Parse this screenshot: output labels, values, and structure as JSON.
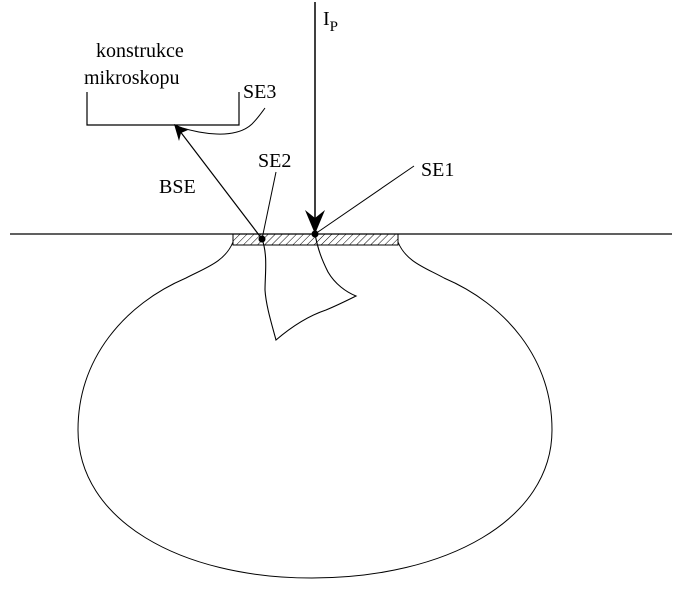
{
  "labels": {
    "microscope_line1": "konstrukce",
    "microscope_line2": "mikroskopu",
    "se3": "SE3",
    "beam_main": "I",
    "beam_sub": "P",
    "se2": "SE2",
    "se1": "SE1",
    "bse": "BSE"
  },
  "colors": {
    "stroke": "#000000",
    "hatch": "#000000",
    "background": "#ffffff"
  }
}
